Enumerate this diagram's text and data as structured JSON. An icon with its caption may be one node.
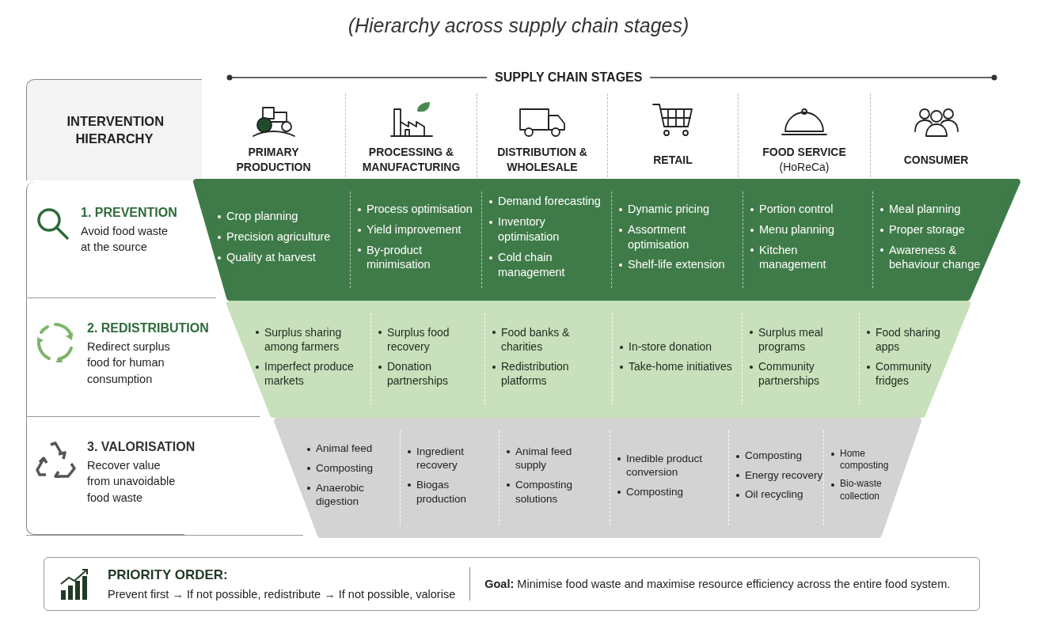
{
  "diagram": {
    "title": "(Hierarchy across supply chain stages)",
    "nodes": [
      {
        "text": [
          "INTERVENTION HIERARCHY"
        ]
      },
      {
        "text": [
          "PRIMARY PRODUCTION"
        ]
      },
      {
        "text": [
          "PROCESSING & MANUFACTURING"
        ]
      },
      {
        "text": [
          "DISTRIBUTION & WHOLESALE"
        ]
      },
      {
        "text": [
          "RETAIL"
        ]
      },
      {
        "text": [
          "FOOD SERVICE",
          "(HoReCa)"
        ]
      },
      {
        "text": [
          "CONSUMER"
        ]
      },
      {
        "text": [
          "1. PREVENTION",
          "Avoid food waste at the source"
        ]
      },
      {
        "text": [
          "2. REDISTRIBUTION",
          "Redirect surplus food for human consumption"
        ]
      },
      {
        "text": [
          "3. VALORISATION",
          "Recover value from unavoidable food waste"
        ]
      },
      {
        "text": [],
        "shape": "trapezoid"
      },
      {
        "text": [
          "Crop planning",
          "Precision agriculture",
          "Quality at harvest"
        ],
        "in": 10
      },
      {
        "text": [
          "Process optimisation",
          "Yield improvement",
          "By-product minimisation"
        ],
        "in": 10
      },
      {
        "text": [
          "Demand forecasting",
          "Inventory optimisation",
          "Cold chain management"
        ],
        "in": 10
      },
      {
        "text": [
          "Dynamic pricing",
          "Assortment optimisation",
          "Shelf-life extension"
        ],
        "in": 10
      },
      {
        "text": [
          "Portion control",
          "Menu planning",
          "Kitchen management"
        ],
        "in": 10
      },
      {
        "text": [
          "Meal planning",
          "Proper storage",
          "Awareness & behaviour change"
        ],
        "in": 10
      },
      {
        "text": [],
        "shape": "trapezoid"
      },
      {
        "text": [
          "Surplus sharing among farmers",
          "Imperfect produce markets"
        ],
        "in": 17
      },
      {
        "text": [
          "Surplus food recovery",
          "Donation partnerships"
        ],
        "in": 17
      },
      {
        "text": [
          "Food banks & charities",
          "Redistribution platforms"
        ],
        "in": 17
      },
      {
        "text": [
          "In-store donation",
          "Take-home initiatives"
        ],
        "in": 17
      },
      {
        "text": [
          "Surplus meal programs",
          "Community partnerships"
        ],
        "in": 17
      },
      {
        "text": [
          "Food sharing apps",
          "Community fridges"
        ],
        "in": 17
      },
      {
        "text": [],
        "shape": "trapezoid"
      },
      {
        "text": [
          "Animal feed",
          "Composting",
          "Anaerobic digestion"
        ],
        "in": 24
      },
      {
        "text": [
          "Ingredient recovery",
          "Biogas production"
        ],
        "in": 24
      },
      {
        "text": [
          "Animal feed supply",
          "Composting solutions"
        ],
        "in": 24
      },
      {
        "text": [
          "Inedible product conversion",
          "Composting"
        ],
        "in": 24
      },
      {
        "text": [
          "Composting",
          "Energy recovery",
          "Oil recycling"
        ],
        "in": 24
      },
      {
        "text": [
          "Home composting",
          "Bio-waste collection"
        ],
        "in": 24
      },
      {
        "text": [
          "PRIORITY ORDER:",
          "Prevent first → If not possible, redistribute → If not possible, valorise",
          "**Goal:** Minimise food waste and maximise resource efficiency across the entire food system."
        ]
      }
    ],
    "labels": [
      "SUPPLY CHAIN STAGES"
    ]
  }
}
